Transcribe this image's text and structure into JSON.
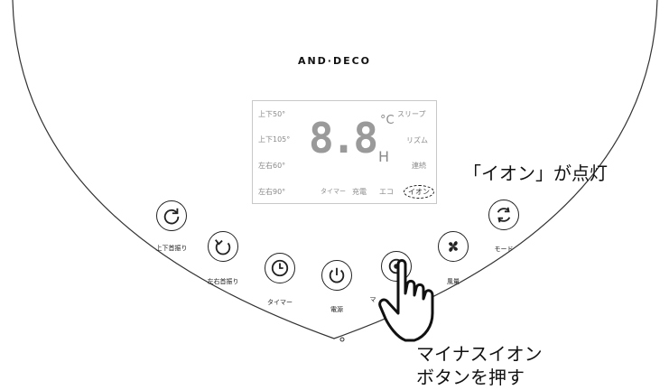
{
  "brand": "AND·DECO",
  "lcd": {
    "left_labels": [
      "上下50°",
      "上下105°",
      "左右60°",
      "左右90°"
    ],
    "right_labels": [
      "スリープ",
      "リズム",
      "連続"
    ],
    "bottom_labels": [
      "タイマー",
      "充電",
      "エコ",
      "イオン"
    ],
    "digits": "8.8",
    "temp_unit": "°C",
    "humidity_unit": "H"
  },
  "callouts": {
    "ion_on": "「イオン」が点灯",
    "press_line1": "マイナスイオン",
    "press_line2": "ボタンを押す"
  },
  "buttons": [
    {
      "id": "updown",
      "label": "上下首振り",
      "icon": "rotate-cw-icon"
    },
    {
      "id": "leftright",
      "label": "左右首振り",
      "icon": "rotate-ccw-icon"
    },
    {
      "id": "timer",
      "label": "タイマー",
      "icon": "clock-icon"
    },
    {
      "id": "power",
      "label": "電源",
      "icon": "power-icon"
    },
    {
      "id": "ion",
      "label": "マ",
      "icon": "ion-icon"
    },
    {
      "id": "fan",
      "label": "風量",
      "icon": "fan-icon"
    },
    {
      "id": "mode",
      "label": "モード",
      "icon": "cycle-icon"
    }
  ]
}
